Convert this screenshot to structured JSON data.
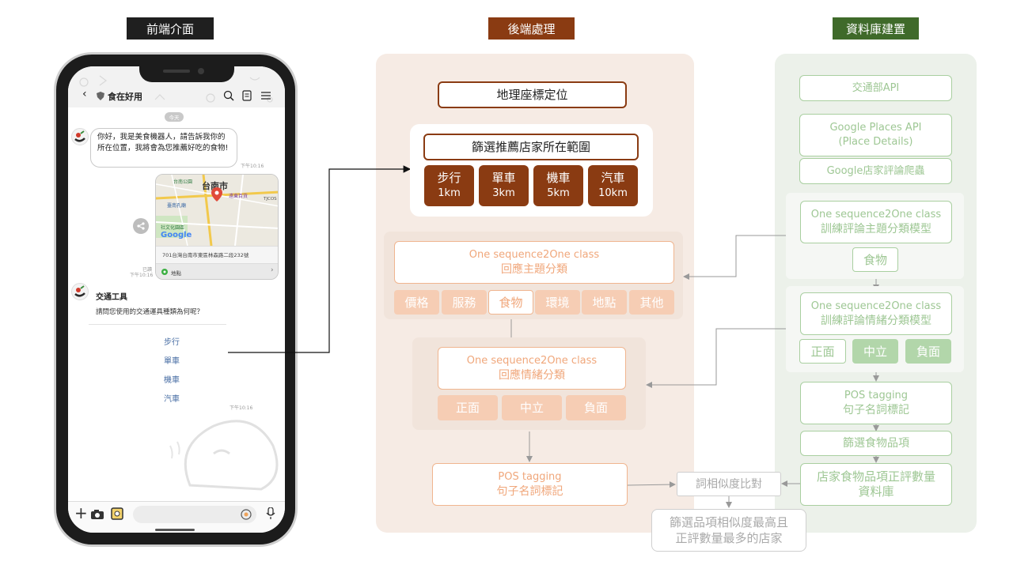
{
  "headers": {
    "frontend": "前端介面",
    "backend": "後端處理",
    "database": "資料庫建置"
  },
  "colors": {
    "frontend_header": "#1f1f1f",
    "backend_header": "#8a3b12",
    "database_header": "#3f6a2a",
    "backend_panel": "#f6ebe4",
    "database_panel": "#ecf1ea"
  },
  "phone": {
    "title": "食在好用",
    "date_chip": "今天",
    "greeting": "你好，我是美食機器人，請告訴我你的所在位置，我將會為您推薦好吃的食物!",
    "time_1": "下午10:16",
    "map_city": "台南市",
    "map_poi_1": "台南公園",
    "map_poi_2": "遠東百貨",
    "map_poi_3": "臺南孔廟",
    "map_poi_4": "社文化園區",
    "map_poi_5": "TJCOS",
    "map_brand": "Google",
    "address": "701台灣台南市東區林森路二段232號",
    "location_label": "地點",
    "read_label": "已讀",
    "time_2": "下午10:16",
    "bot_name": "交通工具",
    "question": "請問您使用的交通運具種類為何呢？",
    "options": [
      "步行",
      "單車",
      "機車",
      "汽車"
    ],
    "time_3": "下午10:16"
  },
  "backend": {
    "geo": "地理座標定位",
    "filter_title": "篩選推薦店家所在範圍",
    "transport": [
      {
        "mode": "步行",
        "distance": "1km"
      },
      {
        "mode": "單車",
        "distance": "3km"
      },
      {
        "mode": "機車",
        "distance": "5km"
      },
      {
        "mode": "汽車",
        "distance": "10km"
      }
    ],
    "topic_box": {
      "line1": "One sequence2One class",
      "line2": "回應主題分類"
    },
    "topics": [
      "價格",
      "服務",
      "食物",
      "環境",
      "地點",
      "其他"
    ],
    "sentiment_box": {
      "line1": "One sequence2One class",
      "line2": "回應情緒分類"
    },
    "sentiments": [
      "正面",
      "中立",
      "負面"
    ],
    "pos_box": {
      "line1": "POS tagging",
      "line2": "句子名詞標記"
    },
    "similarity": "詞相似度比對",
    "result": {
      "line1": "篩選品項相似度最高且",
      "line2": "正評數量最多的店家"
    }
  },
  "database": {
    "api1": "交通部API",
    "api2": {
      "line1": "Google Places API",
      "line2": "(Place Details)"
    },
    "crawler": "Google店家評論爬蟲",
    "topic_model": {
      "line1": "One sequence2One class",
      "line2": "訓練評論主題分類模型"
    },
    "food": "食物",
    "sentiment_model": {
      "line1": "One sequence2One class",
      "line2": "訓練評論情緒分類模型"
    },
    "sentiments": [
      "正面",
      "中立",
      "負面"
    ],
    "pos_box": {
      "line1": "POS tagging",
      "line2": "句子名詞標記"
    },
    "filter_food": "篩選食物品項",
    "food_db": {
      "line1": "店家食物品項正評數量",
      "line2": "資料庫"
    }
  }
}
